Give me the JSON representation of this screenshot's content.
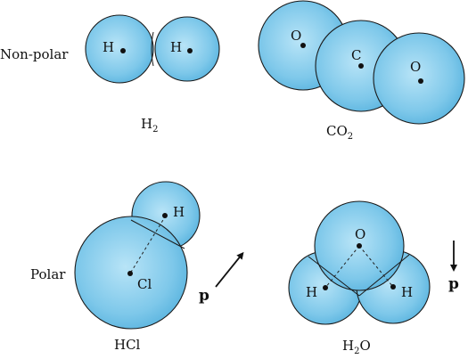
{
  "row_labels": {
    "nonpolar": "Non-polar",
    "polar": "Polar"
  },
  "molecules": {
    "h2": {
      "name_main": "H",
      "name_sub": "2",
      "atoms": [
        "H",
        "H"
      ]
    },
    "co2": {
      "name_main": "CO",
      "name_sub": "2",
      "atoms": [
        "O",
        "C",
        "O"
      ]
    },
    "hcl": {
      "name": "HCl",
      "atoms": [
        "H",
        "Cl"
      ],
      "dipole_label": "p"
    },
    "h2o": {
      "name_main": "H",
      "name_sub": "2",
      "name_tail": "O",
      "atoms": [
        "O",
        "H",
        "H"
      ],
      "dipole_label": "p"
    }
  },
  "colors": {
    "atom_fill": "#7ec8ea",
    "atom_center": "#b8e4f7",
    "atom_edge": "#4aa8d8",
    "outline": "#1a1a1a"
  }
}
